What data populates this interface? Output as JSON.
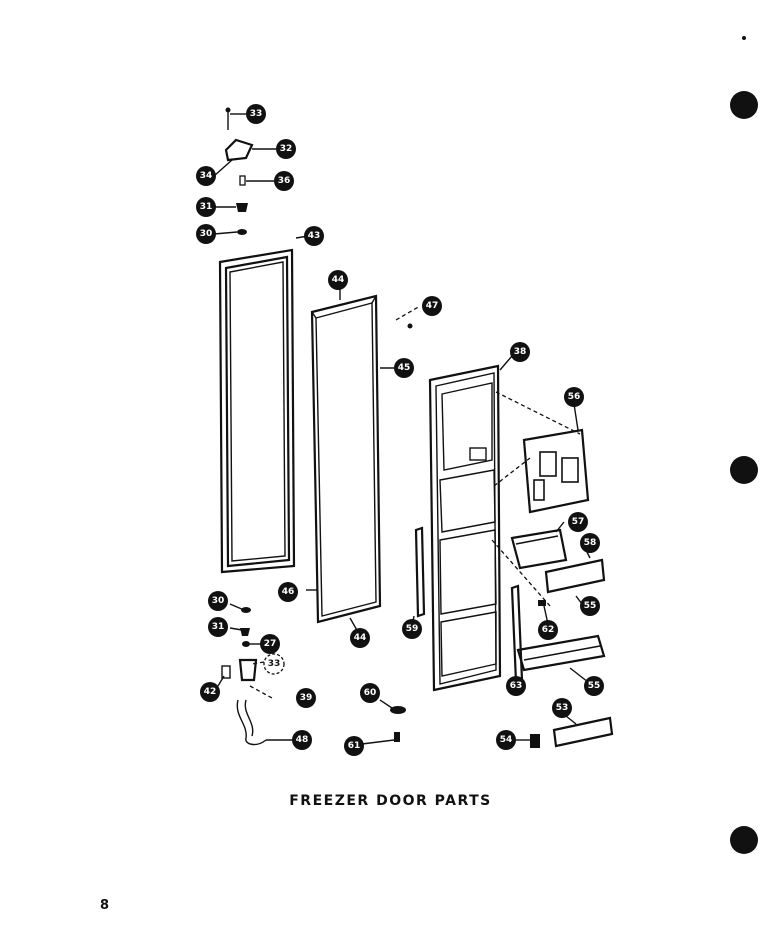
{
  "caption": "FREEZER DOOR PARTS",
  "page_number": "8",
  "callouts": [
    "33",
    "32",
    "34",
    "36",
    "31",
    "30",
    "43",
    "44",
    "47",
    "45",
    "38",
    "56",
    "57",
    "58",
    "46",
    "59",
    "62",
    "55",
    "30",
    "31",
    "27",
    "33",
    "44",
    "63",
    "42",
    "39",
    "60",
    "61",
    "53",
    "54",
    "48",
    "55"
  ],
  "binder_holes": 3
}
